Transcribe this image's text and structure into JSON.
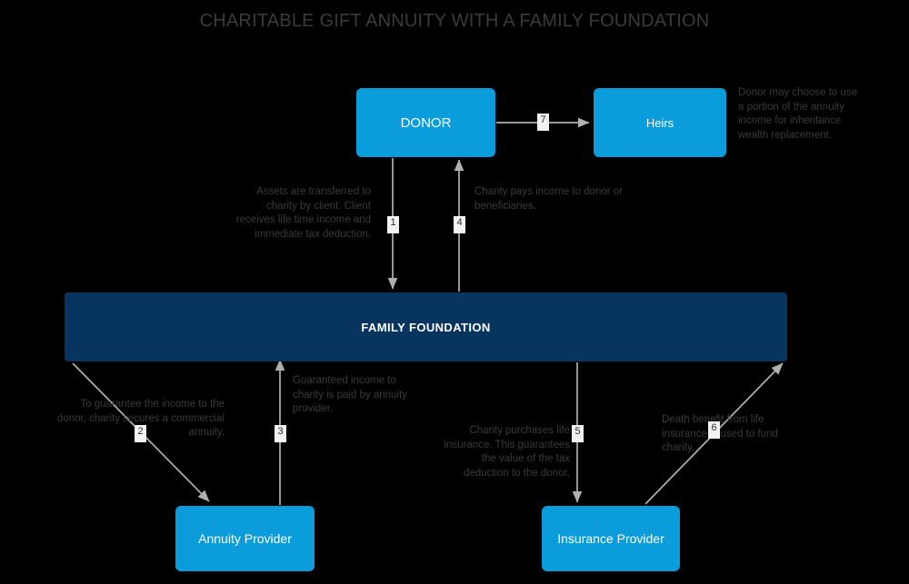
{
  "title": "CHARITABLE GIFT ANNUITY WITH A FAMILY FOUNDATION",
  "colors": {
    "background": "#000000",
    "node_light": "#0a9cdb",
    "node_dark": "#08355f",
    "arrow": "#b0b0b0",
    "note_text": "#3a3a3a",
    "title_text": "#3b3b3b",
    "step_badge_bg": "#f2f2f2"
  },
  "nodes": {
    "donor": "DONOR",
    "heirs": "Heirs",
    "foundation": "FAMILY FOUNDATION",
    "annuity_provider": "Annuity Provider",
    "insurance_provider": "Insurance Provider"
  },
  "steps": {
    "s1": "1",
    "s2": "2",
    "s3": "3",
    "s4": "4",
    "s5": "5",
    "s6": "6",
    "s7": "7"
  },
  "notes": {
    "assets_transferred": "Assets are transferred to charity by client. Client receives life time income and immediate tax deduction.",
    "charity_pays_income": "Charity pays income to donor or beneficiaries.",
    "heirs_wealth_replacement": "Donor may choose to use a portion of the annuity income for inheritance wealth replacement.",
    "guarantee_income": "To guarantee the income to the donor, charity secures a commercial annuity.",
    "guaranteed_income_paid": "Guaranteed income to charity is paid by annuity provider.",
    "charity_purchases_insurance": "Charity purchases life insurance.  This guarantees the value of the tax deduction to the donor.",
    "death_benefit": "Death benefit from life insurance is used to fund charity."
  },
  "flows": [
    {
      "step": "1",
      "from": "DONOR",
      "to": "FAMILY FOUNDATION"
    },
    {
      "step": "2",
      "from": "FAMILY FOUNDATION",
      "to": "Annuity Provider"
    },
    {
      "step": "3",
      "from": "Annuity Provider",
      "to": "FAMILY FOUNDATION"
    },
    {
      "step": "4",
      "from": "FAMILY FOUNDATION",
      "to": "DONOR"
    },
    {
      "step": "5",
      "from": "FAMILY FOUNDATION",
      "to": "Insurance Provider"
    },
    {
      "step": "6",
      "from": "Insurance Provider",
      "to": "FAMILY FOUNDATION"
    },
    {
      "step": "7",
      "from": "DONOR",
      "to": "Heirs"
    }
  ]
}
